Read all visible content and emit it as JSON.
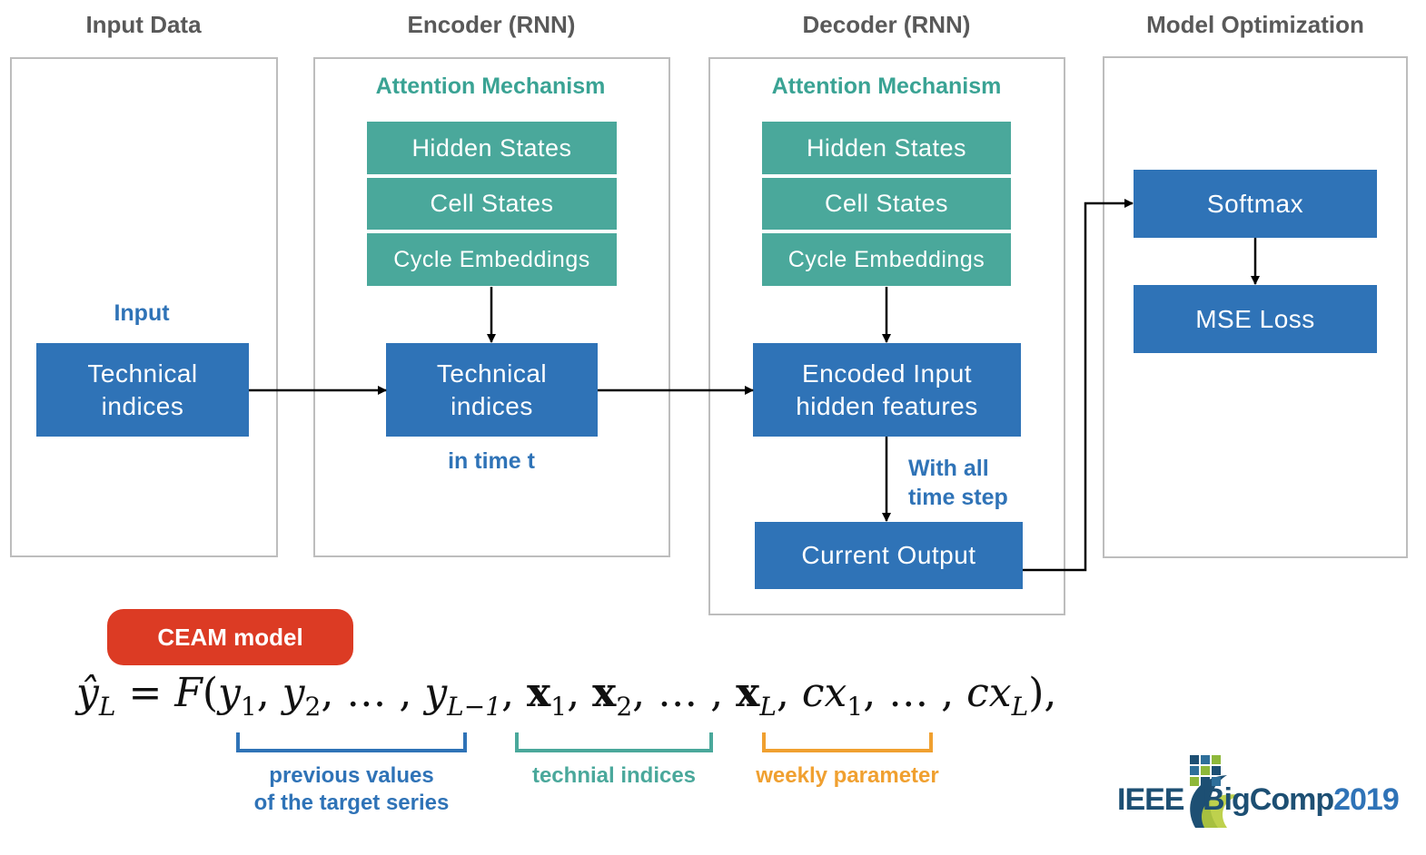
{
  "columns": {
    "input_data": "Input Data",
    "encoder": "Encoder (RNN)",
    "decoder": "Decoder (RNN)",
    "optimization": "Model Optimization"
  },
  "input_panel": {
    "label": "Input",
    "box_line1": "Technical",
    "box_line2": "indices"
  },
  "encoder_panel": {
    "attention_title": "Attention Mechanism",
    "hidden_states": "Hidden States",
    "cell_states": "Cell States",
    "cycle_embeddings": "Cycle Embeddings",
    "box_line1": "Technical",
    "box_line2": "indices",
    "time_label": "in time t"
  },
  "decoder_panel": {
    "attention_title": "Attention Mechanism",
    "hidden_states": "Hidden States",
    "cell_states": "Cell States",
    "cycle_embeddings": "Cycle Embeddings",
    "encoded_line1": "Encoded Input",
    "encoded_line2": "hidden features",
    "step_line1": "With all",
    "step_line2": "time step",
    "current_output": "Current Output"
  },
  "optimization_panel": {
    "softmax": "Softmax",
    "mse_loss": "MSE Loss"
  },
  "model_badge": "CEAM model",
  "formula": {
    "lhs": "ŷ",
    "lhs_sub": "L",
    "equals": " = ",
    "func": "F",
    "y1": "y",
    "y1_sub": "1",
    "y2": "y",
    "y2_sub": "2",
    "dots": "…",
    "yL1": "y",
    "yL1_sub": "L−1",
    "x1": "x",
    "x1_sub": "1",
    "x2": "x",
    "x2_sub": "2",
    "xL": "x",
    "xL_sub": "L",
    "cx1": "cx",
    "cx1_sub": "1",
    "cxL": "cx",
    "cxL_sub": "L"
  },
  "brackets": {
    "previous_line1": "previous values",
    "previous_line2": "of the target series",
    "technical": "technial indices",
    "weekly": "weekly parameter"
  },
  "colors": {
    "blue": "#2f73b7",
    "teal": "#4aa89b",
    "orange": "#f0a030",
    "red": "#dc3b24"
  },
  "logo": {
    "ieee": "IEEE",
    "big": "BigComp",
    "year": "2019"
  }
}
